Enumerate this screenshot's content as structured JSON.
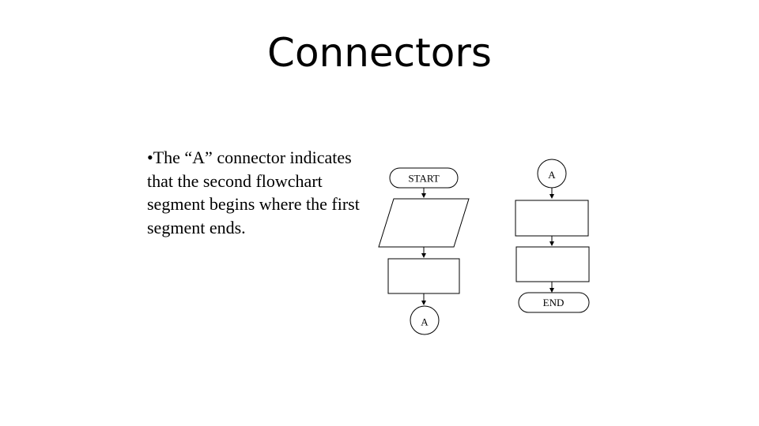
{
  "slide": {
    "title": "Connectors",
    "bullet": "•The “A” connector indicates that the second flowchart segment begins where the first segment ends."
  },
  "flowchart": {
    "left_segment": {
      "start_label": "START",
      "connector_label": "A"
    },
    "right_segment": {
      "connector_label": "A",
      "end_label": "END"
    }
  }
}
